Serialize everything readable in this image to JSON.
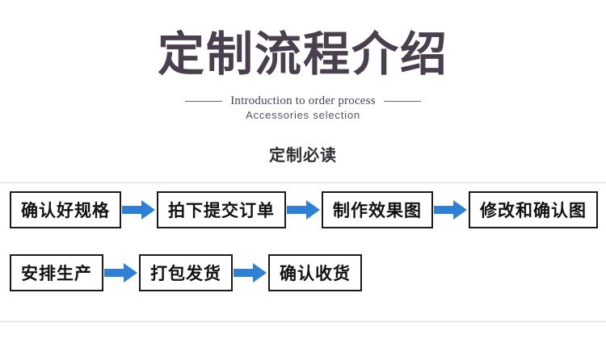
{
  "header": {
    "title": "定制流程介绍",
    "subtitle_en": "Introduction to order process",
    "subtitle_en2": "Accessories selection",
    "must_read": "定制必读"
  },
  "colors": {
    "title": "#4a3f4e",
    "arrow": "#2e7fd6",
    "box_border": "#1a1a1a",
    "divider": "#d9d9dd"
  },
  "flow": {
    "row1": [
      {
        "label": "确认好规格"
      },
      {
        "label": "拍下提交订单"
      },
      {
        "label": "制作效果图"
      },
      {
        "label": "修改和确认图"
      }
    ],
    "row2": [
      {
        "label": "安排生产"
      },
      {
        "label": "打包发货"
      },
      {
        "label": "确认收货"
      }
    ],
    "arrow_icon": "arrow-right-icon"
  }
}
